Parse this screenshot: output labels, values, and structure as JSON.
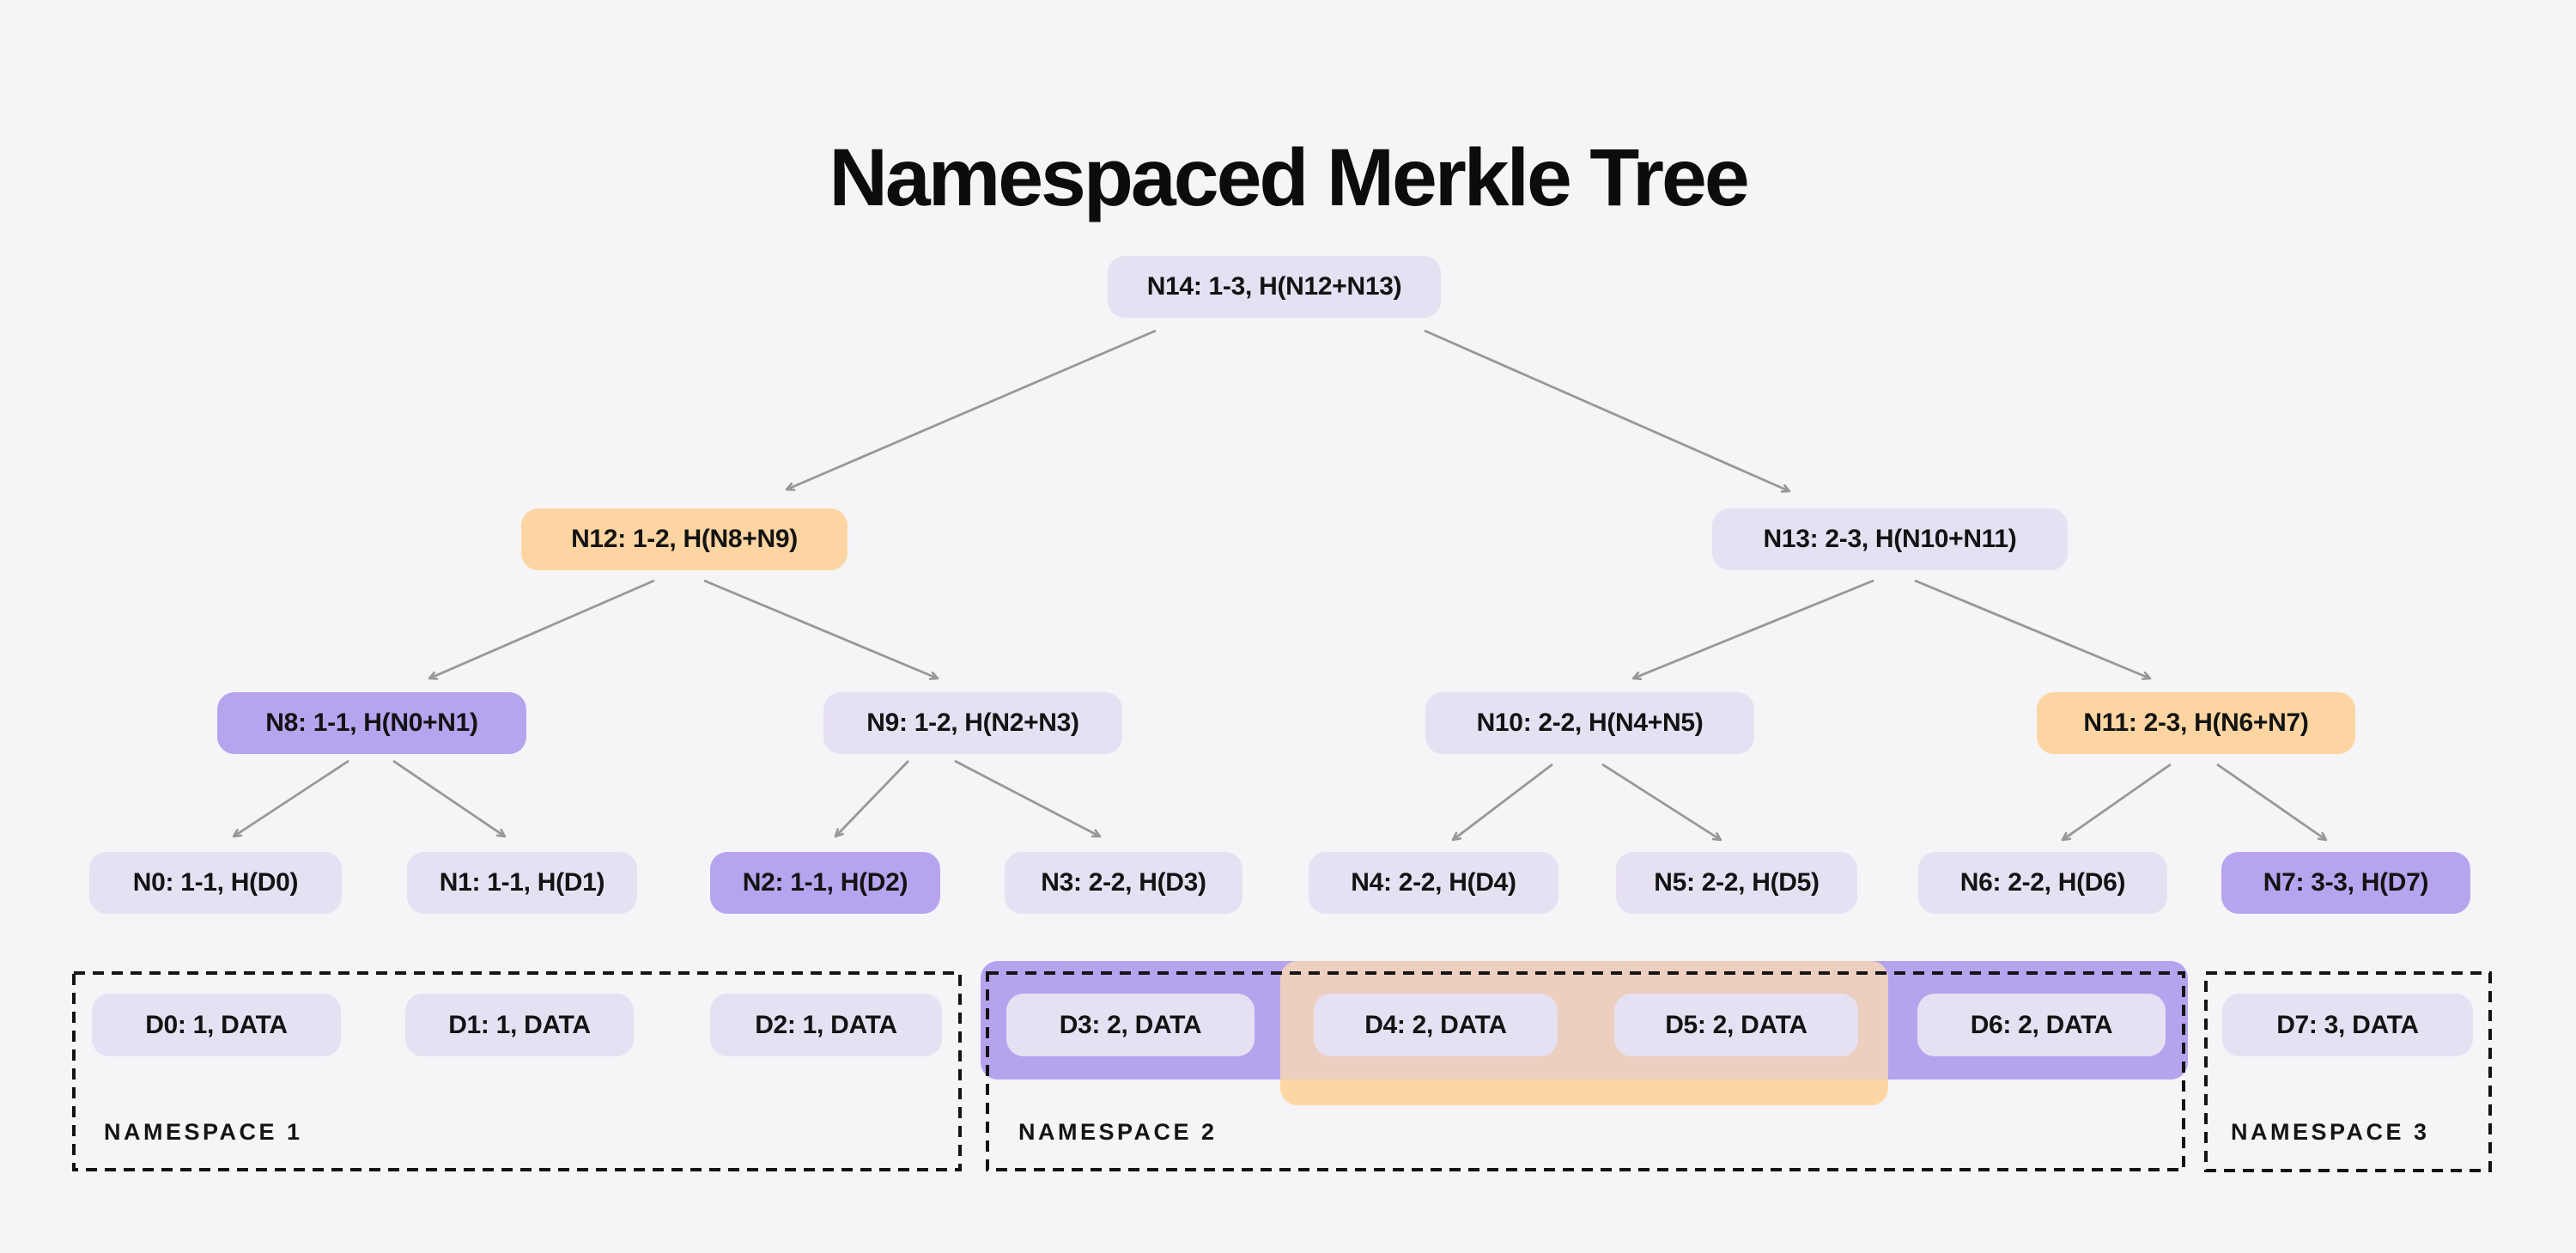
{
  "title": "Namespaced Merkle Tree",
  "colors": {
    "background": "#f5f4f6",
    "node_default": "#e6e1f2",
    "node_highlight_purple": "#b7a4ee",
    "node_highlight_orange": "#fcd5a2",
    "band_purple": "#b5a3ee",
    "band_overlap_salmon": "#edcfc0",
    "band_orange": "#fcd7a4",
    "arrow": "#989898",
    "namespace_border": "#141414",
    "text": "#131313"
  },
  "tree_nodes": [
    {
      "id": "N14",
      "label": "N14: 1-3, H(N12+N13)",
      "variant": "default"
    },
    {
      "id": "N12",
      "label": "N12: 1-2, H(N8+N9)",
      "variant": "orange"
    },
    {
      "id": "N13",
      "label": "N13: 2-3, H(N10+N11)",
      "variant": "default"
    },
    {
      "id": "N8",
      "label": "N8: 1-1, H(N0+N1)",
      "variant": "purple"
    },
    {
      "id": "N9",
      "label": "N9: 1-2, H(N2+N3)",
      "variant": "default"
    },
    {
      "id": "N10",
      "label": "N10: 2-2, H(N4+N5)",
      "variant": "default"
    },
    {
      "id": "N11",
      "label": "N11: 2-3, H(N6+N7)",
      "variant": "orange"
    },
    {
      "id": "N0",
      "label": "N0: 1-1, H(D0)",
      "variant": "default"
    },
    {
      "id": "N1",
      "label": "N1: 1-1, H(D1)",
      "variant": "default"
    },
    {
      "id": "N2",
      "label": "N2: 1-1, H(D2)",
      "variant": "purple"
    },
    {
      "id": "N3",
      "label": "N3: 2-2, H(D3)",
      "variant": "default"
    },
    {
      "id": "N4",
      "label": "N4: 2-2, H(D4)",
      "variant": "default"
    },
    {
      "id": "N5",
      "label": "N5: 2-2, H(D5)",
      "variant": "default"
    },
    {
      "id": "N6",
      "label": "N6: 2-2, H(D6)",
      "variant": "default"
    },
    {
      "id": "N7",
      "label": "N7: 3-3, H(D7)",
      "variant": "purple"
    }
  ],
  "data_nodes": [
    {
      "id": "D0",
      "label": "D0: 1, DATA"
    },
    {
      "id": "D1",
      "label": "D1: 1, DATA"
    },
    {
      "id": "D2",
      "label": "D2: 1, DATA"
    },
    {
      "id": "D3",
      "label": "D3: 2, DATA"
    },
    {
      "id": "D4",
      "label": "D4: 2, DATA"
    },
    {
      "id": "D5",
      "label": "D5: 2, DATA"
    },
    {
      "id": "D6",
      "label": "D6: 2, DATA"
    },
    {
      "id": "D7",
      "label": "D7: 3, DATA"
    }
  ],
  "edges": [
    [
      "N14",
      "N12"
    ],
    [
      "N14",
      "N13"
    ],
    [
      "N12",
      "N8"
    ],
    [
      "N12",
      "N9"
    ],
    [
      "N13",
      "N10"
    ],
    [
      "N13",
      "N11"
    ],
    [
      "N8",
      "N0"
    ],
    [
      "N8",
      "N1"
    ],
    [
      "N9",
      "N2"
    ],
    [
      "N9",
      "N3"
    ],
    [
      "N10",
      "N4"
    ],
    [
      "N10",
      "N5"
    ],
    [
      "N11",
      "N6"
    ],
    [
      "N11",
      "N7"
    ]
  ],
  "namespaces": [
    {
      "id": "ns1",
      "label": "NAMESPACE 1"
    },
    {
      "id": "ns2",
      "label": "NAMESPACE 2"
    },
    {
      "id": "ns3",
      "label": "NAMESPACE 3"
    }
  ]
}
